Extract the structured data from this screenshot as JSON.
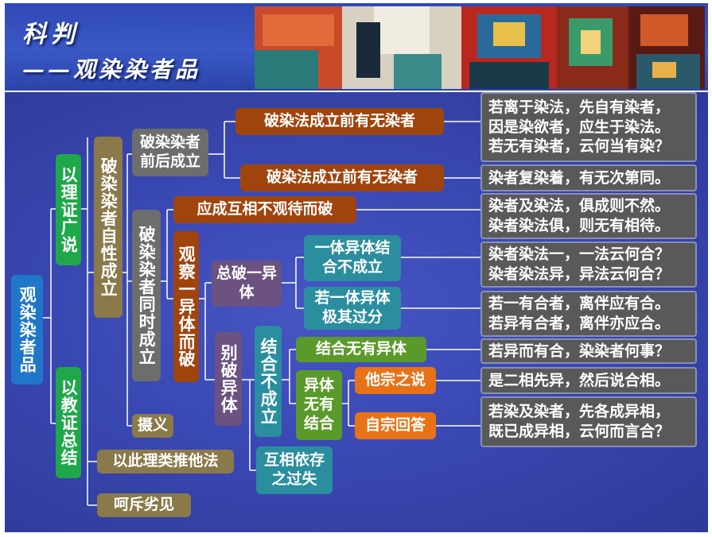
{
  "header": {
    "title": "科判",
    "subtitle": "——观染染者品"
  },
  "colors": {
    "header_blue": "#3a58c6",
    "body_blue": "#3a48b3",
    "leaf_gray": "#595959",
    "connector": "#ffffff"
  },
  "tree": {
    "root": "观染染者品",
    "reason": "以理证广说",
    "scripture": "以教证总结",
    "self_nature": "破染染者自性成立",
    "before_after": "破染染者前后成立",
    "dharma_first": "破染法成立前有无染者",
    "dharma_second": "破染法成立前有无染者",
    "simultaneous": "破染染者同时成立",
    "mutual": "应成互相不观待而破",
    "one_diff": "观察一异体而破",
    "total": "总破一异体",
    "combine1": "一体异体结合不成立",
    "combine2": "若一体异体极其过分",
    "separate": "别破异体",
    "not_established": "结合不成立",
    "no_difference": "结合无有异体",
    "diff_no_combine": "异体无有结合",
    "other_school": "他宗之说",
    "own_answer": "自宗回答",
    "codependent": "互相依存之过失",
    "summary": "摄义",
    "analogy": "以此理类推他法",
    "rebuke": "呵斥劣见"
  },
  "leaves": {
    "l1": [
      "若离于染法，先自有染者，",
      "因是染欲者，应生于染法。",
      "若无有染者，云何当有染？"
    ],
    "l2": [
      "染者复染着，有无次第同。"
    ],
    "l3": [
      "染者及染法，俱成则不然。",
      "染者染法俱，则无有相待。"
    ],
    "l4": [
      "染者染法一，一法云何合？",
      "染者染法异，异法云何合？"
    ],
    "l5": [
      "若一有合者，离伴应有合。",
      "若异有合者，离伴亦应合。"
    ],
    "l6": [
      "若异而有合，染染者何事？"
    ],
    "l7": [
      "是二相先异，然后说合相。"
    ],
    "l8": [
      "若染及染者，先各成异相，",
      "既已成异相，云何而言合？"
    ]
  }
}
